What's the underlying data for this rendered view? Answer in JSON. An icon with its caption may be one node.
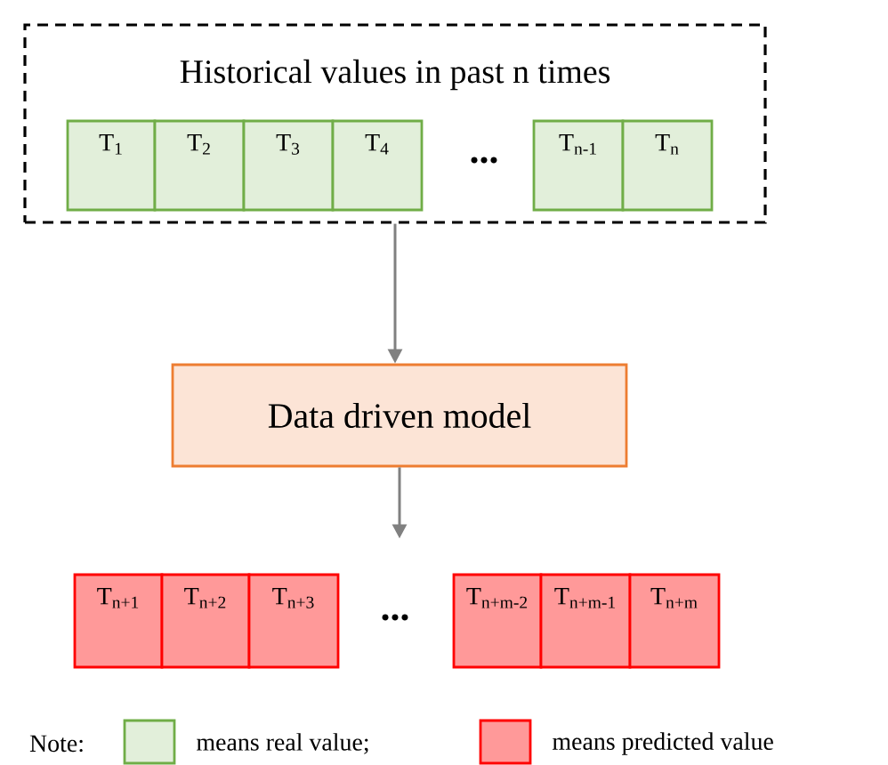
{
  "diagram": {
    "nodes": [
      {
        "text": [
          "Historical values in past n times"
        ]
      },
      {
        "text": [
          "T$_{1}$"
        ],
        "in": 0
      },
      {
        "text": [
          "T$_{2}$"
        ],
        "in": 0
      },
      {
        "text": [
          "T$_{3}$"
        ],
        "in": 0
      },
      {
        "text": [
          "T$_{4}$"
        ],
        "in": 0
      },
      {
        "text": [
          "T$_{n-1}$"
        ],
        "in": 0
      },
      {
        "text": [
          "T$_{n}$"
        ],
        "in": 0
      },
      {
        "text": [
          "Data driven model"
        ]
      },
      {
        "text": [
          "T$_{n+1}$"
        ]
      },
      {
        "text": [
          "T$_{n+2}$"
        ]
      },
      {
        "text": [
          "T$_{n+3}$"
        ]
      },
      {
        "text": [
          "T$_{n+m-2}$"
        ]
      },
      {
        "text": [
          "T$_{n+m-1}$"
        ]
      },
      {
        "text": [
          "T$_{n+m}$"
        ]
      }
    ],
    "edges": [
      {
        "from": 0,
        "to": 7,
        "arrow": "to"
      },
      {
        "from": 7,
        "to": null,
        "arrow": "to"
      }
    ],
    "labels": [
      "...",
      "...",
      "Note:"
    ],
    "legend": [
      {
        "text": "means real value;",
        "color": "#e2efda"
      },
      {
        "text": "means predicted value",
        "color": "#ff9999"
      }
    ]
  }
}
